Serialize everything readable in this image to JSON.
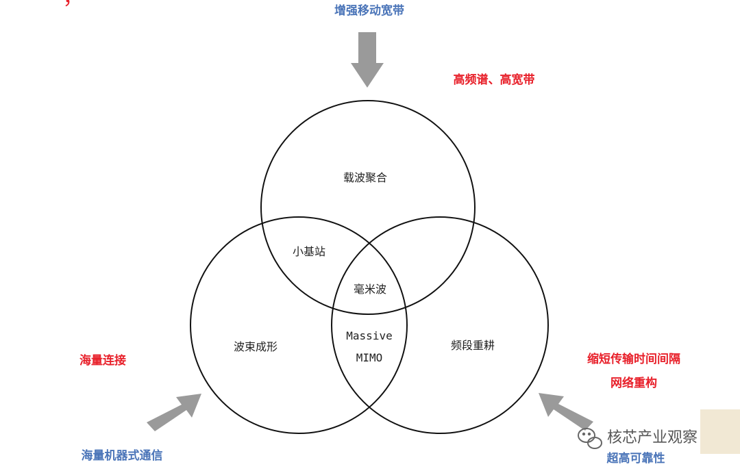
{
  "colors": {
    "scenario_blue": "#4a74b8",
    "requirement_red": "#e8202a",
    "arrow_gray": "#9a9a9a",
    "circle_stroke": "#111111",
    "tech_text": "#222222"
  },
  "scenarios": {
    "top": "增强移动宽带",
    "bottom_left": "海量机器式通信",
    "bottom_right": "超高可靠性"
  },
  "requirements": {
    "top_right": "高频谱、高宽带",
    "left": "海量连接",
    "right_line1": "缩短传输时间间隔",
    "right_line2": "网络重构"
  },
  "technologies": {
    "top_circle": "载波聚合",
    "left_circle": "波束成形",
    "right_circle": "频段重耕",
    "top_left_overlap": "小基站",
    "top_right_overlap": "毫米波",
    "center_line1": "Massive",
    "center_line2": "MIMO"
  },
  "watermark": {
    "icon": "wechat-icon",
    "text": "核芯产业观察"
  }
}
